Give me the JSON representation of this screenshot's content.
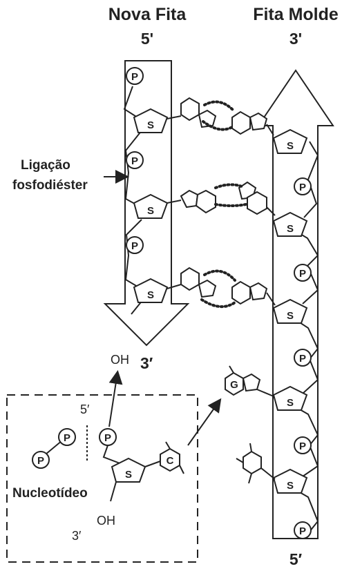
{
  "titles": {
    "new_strand": "Nova Fita",
    "new_strand_top_end": "5'",
    "template_strand": "Fita Molde",
    "template_strand_top_end": "3'"
  },
  "ends": {
    "new_strand_bottom": "3′",
    "template_strand_bottom": "5′"
  },
  "labels": {
    "bond_line1": "Ligação",
    "bond_line2": "fosfodiéster",
    "nucleotide": "Nucleotídeo",
    "oh_top": "OH",
    "oh_box": "OH",
    "box_5prime": "5′",
    "box_3prime": "3′"
  },
  "molecules": {
    "phosphate": "P",
    "sugar": "S",
    "guanine": "G",
    "cytosine": "C"
  }
}
